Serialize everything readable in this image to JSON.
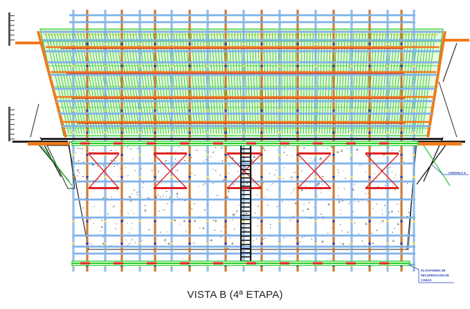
{
  "caption": "VISTA B (4ª ETAPA)",
  "labels": {
    "consola": "CONSOLA S",
    "plataforma_line1": "PLATAFORMA DE",
    "plataforma_line2": "RECUPERACIÓN DE",
    "plataforma_line3": "CONOS"
  },
  "colors": {
    "green": "#22cc22",
    "orange": "#f07a1a",
    "blue": "#7fb2e8",
    "red": "#e02020",
    "black": "#111111",
    "yellow": "#e8d84a",
    "navy": "#1f3fbf",
    "timber": "#c8762a"
  }
}
